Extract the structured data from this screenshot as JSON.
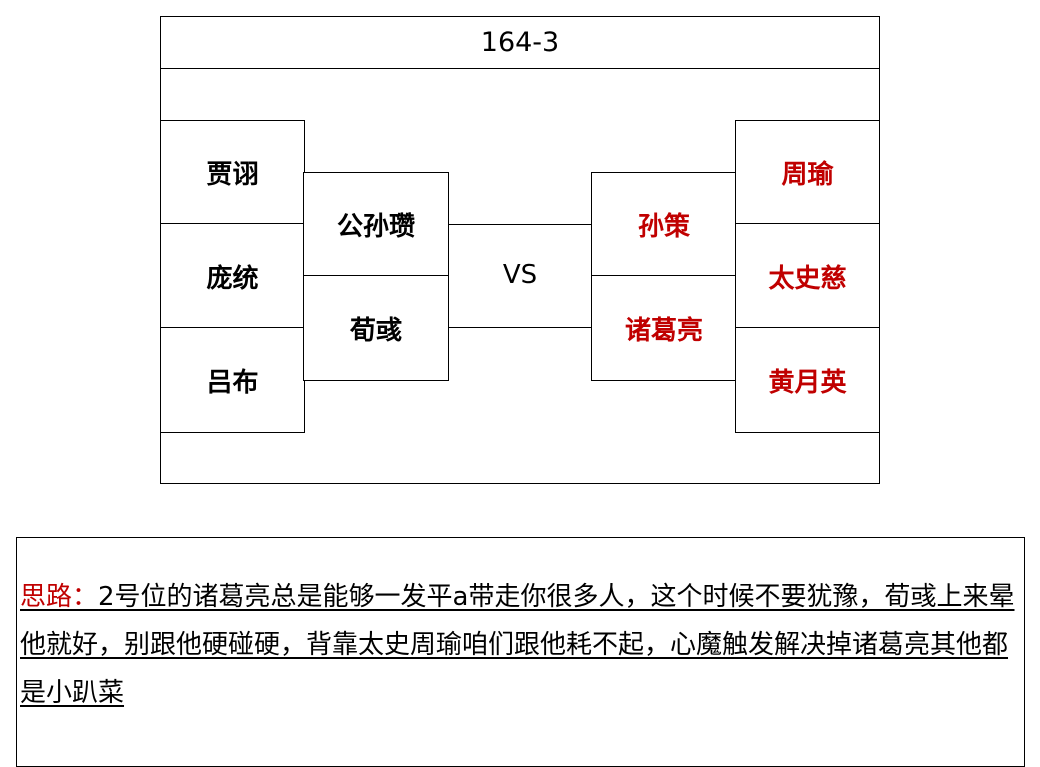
{
  "title": "164-3",
  "vs_label": "VS",
  "left_team": {
    "back_row": [
      "贾诩",
      "庞统",
      "吕布"
    ],
    "front_row": [
      "公孙瓒",
      "荀彧"
    ]
  },
  "right_team": {
    "front_row": [
      "孙策",
      "诸葛亮"
    ],
    "back_row": [
      "周瑜",
      "太史慈",
      "黄月英"
    ]
  },
  "notes": {
    "label": "思路：",
    "text": "2号位的诸葛亮总是能够一发平a带走你很多人，这个时候不要犹豫，荀彧上来晕他就好，别跟他硬碰硬，背靠太史周瑜咱们跟他耗不起，心魔触发解决掉诸葛亮其他都是小趴菜"
  },
  "colors": {
    "left_team_text": "#000000",
    "right_team_text": "#c00000",
    "notes_label": "#c00000"
  }
}
